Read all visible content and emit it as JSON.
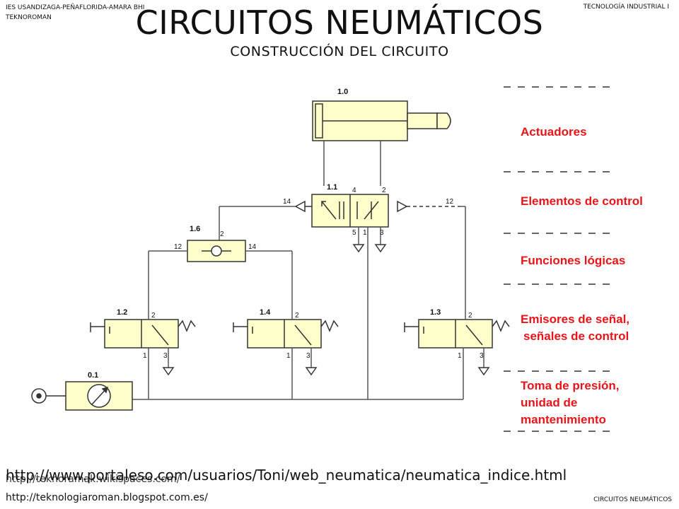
{
  "header": {
    "school": "IES USANDIZAGA-PEÑAFLORIDA-AMARA BHI",
    "author": "TEKNOROMAN",
    "course": "TECNOLOGÍA INDUSTRIAL I"
  },
  "title": "CIRCUITOS NEUMÁTICOS",
  "subtitle": "CONSTRUCCIÓN DEL CIRCUITO",
  "diagram": {
    "components": {
      "cylinder": "1.0",
      "main_valve": "1.1",
      "or_valve": "1.6",
      "valve_a": "1.2",
      "valve_b": "1.4",
      "valve_c": "1.3",
      "supply_unit": "0.1"
    },
    "ports": {
      "p14": "14",
      "p12": "12",
      "p4": "4",
      "p2": "2",
      "p5": "5",
      "p1": "1",
      "p3": "3"
    },
    "levels": [
      "Actuadores",
      "Elementos de control",
      "Funciones lógicas",
      "Emisores de señal,",
      "señales de control",
      "Toma de presión,",
      "unidad de",
      "mantenimiento"
    ],
    "colors": {
      "level_labels": "#e8141a",
      "component_fill": "#ffffcc"
    }
  },
  "footer": {
    "url_main": "http://www.portaleso.com/usuarios/Toni/web_neumatica/neumatica_indice.html",
    "url_ghost": "http://teknoramak.wikispaces.com/",
    "url_blog": "http://teknologiaroman.blogspot.com.es/",
    "footer_right": "CIRCUITOS NEUMÁTICOS"
  }
}
